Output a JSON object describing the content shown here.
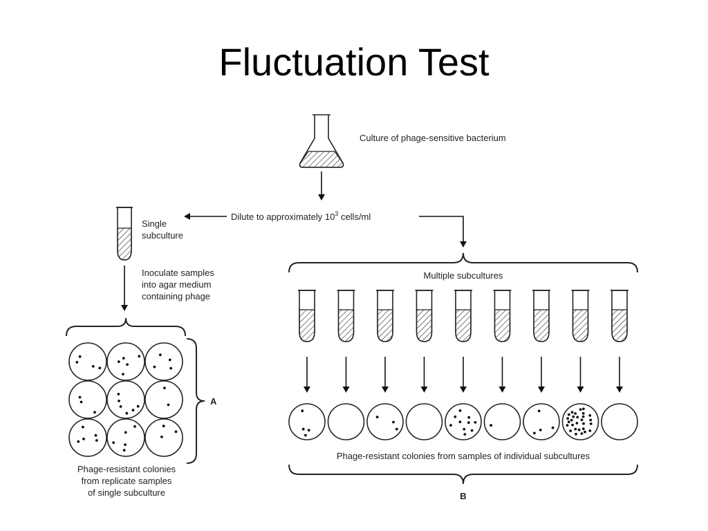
{
  "slide": {
    "title": "Fluctuation Test"
  },
  "diagram": {
    "flask_label": "Culture of phage-sensitive bacterium",
    "dilute_label": "Dilute to approximately 10",
    "dilute_exponent": "3",
    "dilute_unit": " cells/ml",
    "single_label_line1": "Single",
    "single_label_line2": "subculture",
    "inoculate_line1": "Inoculate samples",
    "inoculate_line2": "into agar medium",
    "inoculate_line3": "containing phage",
    "multiple_label": "Multiple subcultures",
    "left_caption_line1": "Phage-resistant colonies",
    "left_caption_line2": "from replicate samples",
    "left_caption_line3": "of single subculture",
    "right_caption": "Phage-resistant colonies from samples of individual subcultures",
    "section_a": "A",
    "section_b": "B",
    "multiple_tube_count": 9,
    "replicate_plate_colony_counts": [
      4,
      5,
      4,
      3,
      6,
      2,
      5,
      5,
      3
    ],
    "individual_plate_colony_counts": [
      4,
      0,
      3,
      0,
      10,
      1,
      4,
      28,
      0
    ]
  }
}
